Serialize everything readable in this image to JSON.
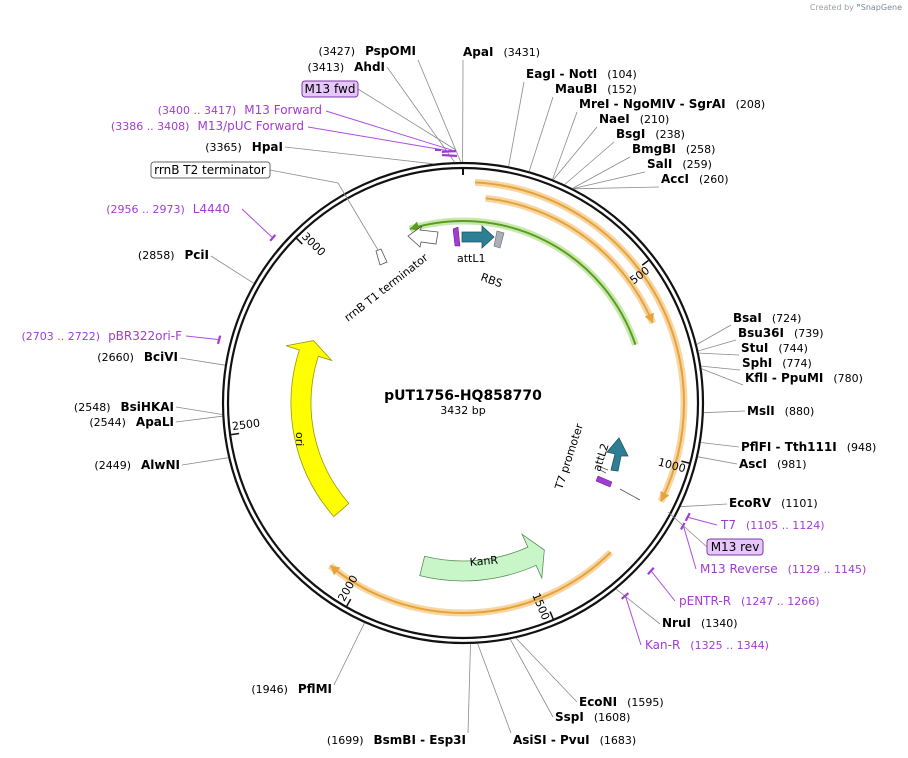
{
  "credit": {
    "prefix": "Created by",
    "brand": "SnapGene"
  },
  "plasmid": {
    "name": "pUT1756-HQ858770",
    "size_label": "3432 bp",
    "length": 3432
  },
  "scale": [
    {
      "pos": 500,
      "label": "500"
    },
    {
      "pos": 1000,
      "label": "1000"
    },
    {
      "pos": 1500,
      "label": "1500"
    },
    {
      "pos": 2000,
      "label": "2000"
    },
    {
      "pos": 2500,
      "label": "2500"
    },
    {
      "pos": 3000,
      "label": "3000"
    }
  ],
  "sites": [
    {
      "id": "apai",
      "pos": 3431,
      "side": "right",
      "parts": [
        "ApaI"
      ],
      "pos_label": "(3431)"
    },
    {
      "id": "eagi-noti",
      "pos": 104,
      "side": "right",
      "parts": [
        "EagI",
        "NotI"
      ],
      "pos_label": "(104)"
    },
    {
      "id": "maubi",
      "pos": 152,
      "side": "right",
      "parts": [
        "MauBI"
      ],
      "pos_label": "(152)"
    },
    {
      "id": "mrei-ngomiv-sgrai",
      "pos": 208,
      "side": "right",
      "parts": [
        "MreI",
        "NgoMIV",
        "SgrAI"
      ],
      "pos_label": "(208)"
    },
    {
      "id": "naei",
      "pos": 210,
      "side": "right",
      "parts": [
        "NaeI"
      ],
      "pos_label": "(210)"
    },
    {
      "id": "bsgi",
      "pos": 238,
      "side": "right",
      "parts": [
        "BsgI"
      ],
      "pos_label": "(238)"
    },
    {
      "id": "bmgbi",
      "pos": 258,
      "side": "right",
      "parts": [
        "BmgBI"
      ],
      "pos_label": "(258)"
    },
    {
      "id": "sali",
      "pos": 259,
      "side": "right",
      "parts": [
        "SalI"
      ],
      "pos_label": "(259)"
    },
    {
      "id": "acci",
      "pos": 260,
      "side": "right",
      "parts": [
        "AccI"
      ],
      "pos_label": "(260)"
    },
    {
      "id": "bsai",
      "pos": 724,
      "side": "right",
      "parts": [
        "BsaI"
      ],
      "pos_label": "(724)"
    },
    {
      "id": "bsu36i",
      "pos": 739,
      "side": "right",
      "parts": [
        "Bsu36I"
      ],
      "pos_label": "(739)"
    },
    {
      "id": "stui",
      "pos": 744,
      "side": "right",
      "parts": [
        "StuI"
      ],
      "pos_label": "(744)"
    },
    {
      "id": "sphi",
      "pos": 774,
      "side": "right",
      "parts": [
        "SphI"
      ],
      "pos_label": "(774)"
    },
    {
      "id": "kfli-ppumi",
      "pos": 780,
      "side": "right",
      "parts": [
        "KflI",
        "PpuMI"
      ],
      "pos_label": "(780)"
    },
    {
      "id": "msli",
      "pos": 880,
      "side": "right",
      "parts": [
        "MslI"
      ],
      "pos_label": "(880)"
    },
    {
      "id": "pflfi-tth111i",
      "pos": 948,
      "side": "right",
      "parts": [
        "PflFI",
        "Tth111I"
      ],
      "pos_label": "(948)"
    },
    {
      "id": "asci",
      "pos": 981,
      "side": "right",
      "parts": [
        "AscI"
      ],
      "pos_label": "(981)"
    },
    {
      "id": "ecorv",
      "pos": 1101,
      "side": "right",
      "parts": [
        "EcoRV"
      ],
      "pos_label": "(1101)"
    },
    {
      "id": "nrui",
      "pos": 1340,
      "side": "right",
      "parts": [
        "NruI"
      ],
      "pos_label": "(1340)"
    },
    {
      "id": "econi",
      "pos": 1595,
      "side": "right",
      "parts": [
        "EcoNI"
      ],
      "pos_label": "(1595)"
    },
    {
      "id": "sspi",
      "pos": 1608,
      "side": "right",
      "parts": [
        "SspI"
      ],
      "pos_label": "(1608)"
    },
    {
      "id": "asisi-pvui",
      "pos": 1683,
      "side": "right",
      "parts": [
        "AsiSI",
        "PvuI"
      ],
      "pos_label": "(1683)"
    },
    {
      "id": "bsmbi-esp3i",
      "pos": 1699,
      "side": "left",
      "parts": [
        "BsmBI",
        "Esp3I"
      ],
      "pos_label": "(1699)"
    },
    {
      "id": "pflmi",
      "pos": 1946,
      "side": "left",
      "parts": [
        "PflMI"
      ],
      "pos_label": "(1946)"
    },
    {
      "id": "alwni",
      "pos": 2449,
      "side": "left",
      "parts": [
        "AlwNI"
      ],
      "pos_label": "(2449)"
    },
    {
      "id": "apali",
      "pos": 2544,
      "side": "left",
      "parts": [
        "ApaLI"
      ],
      "pos_label": "(2544)"
    },
    {
      "id": "bsihkai",
      "pos": 2548,
      "side": "left",
      "parts": [
        "BsiHKAI"
      ],
      "pos_label": "(2548)"
    },
    {
      "id": "bcivi",
      "pos": 2660,
      "side": "left",
      "parts": [
        "BciVI"
      ],
      "pos_label": "(2660)"
    },
    {
      "id": "pcii",
      "pos": 2858,
      "side": "left",
      "parts": [
        "PciI"
      ],
      "pos_label": "(2858)"
    },
    {
      "id": "hpai",
      "pos": 3365,
      "side": "left",
      "parts": [
        "HpaI"
      ],
      "pos_label": "(3365)"
    },
    {
      "id": "ahdi",
      "pos": 3413,
      "side": "left",
      "parts": [
        "AhdI"
      ],
      "pos_label": "(3413)"
    },
    {
      "id": "pspomi",
      "pos": 3427,
      "side": "left",
      "parts": [
        "PspOMI"
      ],
      "pos_label": "(3427)"
    }
  ],
  "primers": [
    {
      "id": "m13-forward",
      "start": 3400,
      "end": 3417,
      "side": "left",
      "name": "M13 Forward",
      "range_label": "(3400 .. 3417)"
    },
    {
      "id": "m13-puc-forward",
      "start": 3386,
      "end": 3408,
      "side": "left",
      "name": "M13/pUC Forward",
      "range_label": "(3386 .. 3408)"
    },
    {
      "id": "l4440",
      "start": 2956,
      "end": 2973,
      "side": "left",
      "name": "L4440",
      "range_label": "(2956 .. 2973)"
    },
    {
      "id": "pbr322ori-f",
      "start": 2703,
      "end": 2722,
      "side": "left",
      "name": "pBR322ori-F",
      "range_label": "(2703 .. 2722)"
    },
    {
      "id": "t7",
      "start": 1105,
      "end": 1124,
      "side": "right",
      "name": "T7",
      "range_label": "(1105 .. 1124)"
    },
    {
      "id": "m13-reverse",
      "start": 1129,
      "end": 1145,
      "side": "right",
      "name": "M13 Reverse",
      "range_label": "(1129 .. 1145)"
    },
    {
      "id": "pentr-r",
      "start": 1247,
      "end": 1266,
      "side": "right",
      "name": "pENTR-R",
      "range_label": "(1247 .. 1266)"
    },
    {
      "id": "kan-r",
      "start": 1325,
      "end": 1344,
      "side": "right",
      "name": "Kan-R",
      "range_label": "(1325 .. 1344)"
    }
  ],
  "boxed_labels": [
    {
      "id": "m13-fwd",
      "text": "M13 fwd",
      "style": "purple"
    },
    {
      "id": "m13-rev",
      "text": "M13 rev",
      "style": "purple"
    },
    {
      "id": "rrnb-t2-terminator",
      "text": "rrnB T2 terminator",
      "style": "plain"
    }
  ],
  "features": [
    {
      "id": "attl1-label",
      "text": "attL1"
    },
    {
      "id": "rbs-label",
      "text": "RBS"
    },
    {
      "id": "rrnb-t1-label",
      "text": "rrnB T1 terminator"
    },
    {
      "id": "attl2-label",
      "text": "attL2"
    },
    {
      "id": "t7-promoter-label",
      "text": "T7 promoter"
    },
    {
      "id": "ori-label",
      "text": "ori"
    },
    {
      "id": "kanr-label",
      "text": "KanR"
    }
  ],
  "colors": {
    "orange": "#e8a23a",
    "orange_halo": "#f6d7a3",
    "green": "#5a9e1c",
    "green_halo": "#c9e8b0",
    "ori": "#ffff00",
    "kanr": "#c9f6c9",
    "attl": "#2f7f94",
    "primer": "#a23bd6",
    "rbs": "#aab0ba"
  }
}
